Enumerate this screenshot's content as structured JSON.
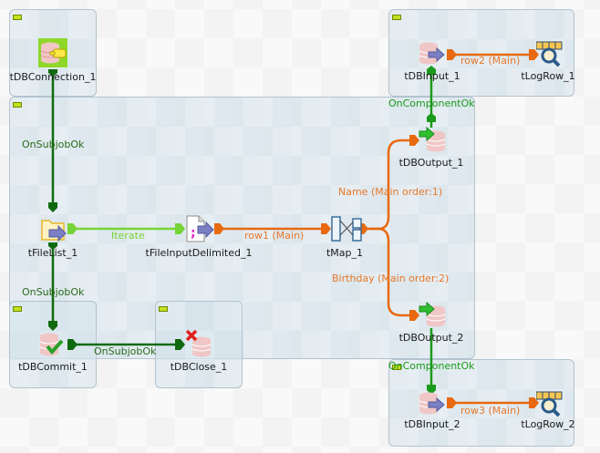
{
  "subjobs": [
    {
      "name": "subjob-connection"
    },
    {
      "name": "subjob-main"
    },
    {
      "name": "subjob-top-right"
    },
    {
      "name": "subjob-commit"
    },
    {
      "name": "subjob-close"
    },
    {
      "name": "subjob-bottom-right"
    }
  ],
  "components": {
    "dbconnection": {
      "label": "tDBConnection_1",
      "icon": "db-connection-icon"
    },
    "filelist": {
      "label": "tFileList_1",
      "icon": "folder-icon"
    },
    "fileinput": {
      "label": "tFileInputDelimited_1",
      "icon": "delimited-file-icon"
    },
    "tmap": {
      "label": "tMap_1",
      "icon": "map-icon"
    },
    "dboutput1": {
      "label": "tDBOutput_1",
      "icon": "db-output-icon"
    },
    "dboutput2": {
      "label": "tDBOutput_2",
      "icon": "db-output-icon"
    },
    "dbinput1": {
      "label": "tDBInput_1",
      "icon": "db-input-icon"
    },
    "logrow1": {
      "label": "tLogRow_1",
      "icon": "log-row-icon"
    },
    "dbinput2": {
      "label": "tDBInput_2",
      "icon": "db-input-icon"
    },
    "logrow2": {
      "label": "tLogRow_2",
      "icon": "log-row-icon"
    },
    "dbcommit": {
      "label": "tDBCommit_1",
      "icon": "db-commit-icon"
    },
    "dbclose": {
      "label": "tDBClose_1",
      "icon": "db-close-icon"
    }
  },
  "links": {
    "conn_to_filelist": "OnSubjobOk",
    "filelist_to_commit": "OnSubjobOk",
    "iterate": "Iterate",
    "row1": "row1 (Main)",
    "name": "Name (Main order:1)",
    "birthday": "Birthday (Main order:2)",
    "row2": "row2 (Main)",
    "row3": "row3 (Main)",
    "out1_to_input1": "OnComponentOk",
    "out2_to_input2": "OnComponentOk",
    "commit_to_close": "OnSubjobOk"
  },
  "colors": {
    "main_link": "#e8690f",
    "iterate_link": "#76d436",
    "subjob_ok": "#0f6a0f",
    "component_ok": "#1b9a1b"
  }
}
